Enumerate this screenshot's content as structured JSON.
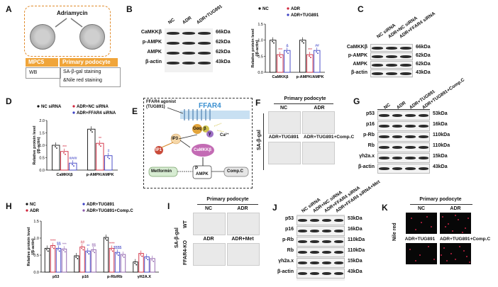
{
  "panels": {
    "A": {
      "label": "A",
      "drug": "Adriamycin",
      "cell1": "MPC5",
      "cell2": "Primary podocyte",
      "assay1": "WB",
      "assay2": "SA-β-gal staining\n&Nile red staining"
    },
    "B": {
      "label": "B",
      "cols": [
        "NC",
        "ADR",
        "ADR+TUG891"
      ],
      "bands": [
        "CaMKKβ",
        "p-AMPK",
        "AMPK",
        "β-actin"
      ],
      "kda": [
        "66kDa",
        "62kDa",
        "62kDa",
        "43kDa"
      ]
    },
    "C": {
      "label": "C",
      "cols": [
        "NC siRNA",
        "ADR+NC siRNA",
        "ADR+FFAR4 siRNA"
      ],
      "bands": [
        "CaMKKβ",
        "p-AMPK",
        "AMPK",
        "β-actin"
      ],
      "kda": [
        "66kDa",
        "62kDa",
        "62kDa",
        "43kDa"
      ]
    },
    "D": {
      "label": "D"
    },
    "E": {
      "label": "E",
      "agonist": "FFAR4 agonist\n(TUG891)",
      "receptor": "FFAR4",
      "gq": "Gαq",
      "beta": "β",
      "gamma": "γ",
      "ip3": "IP3",
      "ip1": "IP1",
      "ca": "Ca²⁺",
      "camkk": "CaMKKβ",
      "metformin": "Metformin",
      "ampk": "AMPK",
      "p": "P",
      "compc": "Comp.C"
    },
    "F": {
      "label": "F",
      "title": "Primary podocyte",
      "nc": "NC",
      "adr": "ADR",
      "side": "SA-β-gal",
      "b1": "ADR+TUG891",
      "b2": "ADR+TUG891+Comp.C"
    },
    "G": {
      "label": "G",
      "cols": [
        "NC",
        "ADR",
        "ADR+TUG891",
        "ADR+TUG891+Comp.C"
      ],
      "bands": [
        "p53",
        "p16",
        "p-Rb",
        "Rb",
        "γh2a.x",
        "β-actin"
      ],
      "kda": [
        "53kDa",
        "16kDa",
        "110kDa",
        "110kDa",
        "15kDa",
        "43kDa"
      ]
    },
    "H": {
      "label": "H"
    },
    "I": {
      "label": "I",
      "title": "Primary podocyte",
      "nc": "NC",
      "adr": "ADR",
      "adrmet": "ADR+Met",
      "side": "SA-β-gal",
      "wt": "WT",
      "ko": "FFAR4-KO"
    },
    "J": {
      "label": "J",
      "cols": [
        "NC siRNA",
        "ADR+NC siRNA",
        "ADR+FFAR4 siRNA",
        "ADR+FFAR4 siRNA+Met"
      ],
      "bands": [
        "p53",
        "p16",
        "p-Rb",
        "Rb",
        "γh2a.x",
        "β-actin"
      ],
      "kda": [
        "53kDa",
        "16kDa",
        "110kDa",
        "110kDa",
        "15kDa",
        "43kDa"
      ]
    },
    "K": {
      "label": "K",
      "title": "Primary podocyte",
      "nc": "NC",
      "adr": "ADR",
      "side": "Nile red",
      "b1": "ADR+TUG891",
      "b2": "ADR+TUG891+Comp.C"
    }
  },
  "chart_data": [
    {
      "id": "B",
      "type": "bar",
      "ylabel": "Relative protein level\n(/β-actin)",
      "ylim": [
        0,
        1.5
      ],
      "yticks": [
        "0.0",
        "0.5",
        "1.0",
        "1.5"
      ],
      "categories": [
        "CaMKKβ",
        "p-AMPK/AMPK"
      ],
      "series": [
        {
          "name": "NC",
          "color": "#111111",
          "values": [
            1.0,
            1.0
          ]
        },
        {
          "name": "ADR",
          "color": "#d0243a",
          "values": [
            0.55,
            0.55
          ]
        },
        {
          "name": "ADR+TUG891",
          "color": "#3a3fc4",
          "values": [
            0.68,
            0.68
          ]
        }
      ],
      "annotations": [
        "***",
        "&",
        "***",
        "##"
      ]
    },
    {
      "id": "D",
      "type": "bar",
      "ylabel": "Relative protein level\n(/β-actin)",
      "ylim": [
        0,
        2.0
      ],
      "yticks": [
        "0.0",
        "0.5",
        "1.0",
        "1.5",
        "2.0"
      ],
      "categories": [
        "CaMKKβ",
        "p-AMPK/AMPK"
      ],
      "series": [
        {
          "name": "NC siRNA",
          "color": "#111111",
          "values": [
            1.0,
            1.65
          ]
        },
        {
          "name": "ADR+NC siRNA",
          "color": "#d0243a",
          "values": [
            0.75,
            1.08
          ]
        },
        {
          "name": "ADR+FFAR4 siRNA",
          "color": "#3a3fc4",
          "values": [
            0.28,
            0.58
          ]
        }
      ],
      "annotations": [
        "***",
        "####",
        "**",
        "#"
      ]
    },
    {
      "id": "H",
      "type": "bar",
      "ylabel": "Relative protein level\n(/β-actin)",
      "ylim": [
        0,
        1.5
      ],
      "yticks": [
        "0.0",
        "0.5",
        "1.0",
        "1.5"
      ],
      "categories": [
        "p53",
        "p16",
        "p-Rb/Rb",
        "γH2A.X"
      ],
      "series": [
        {
          "name": "NC",
          "color": "#111111",
          "values": [
            0.7,
            0.48,
            1.02,
            0.3
          ]
        },
        {
          "name": "ADR",
          "color": "#d0243a",
          "values": [
            0.78,
            0.74,
            0.7,
            0.55
          ]
        },
        {
          "name": "ADR+TUG891",
          "color": "#3a3fc4",
          "values": [
            0.7,
            0.62,
            0.58,
            0.45
          ]
        },
        {
          "name": "ADR+TUG891+Comp.C",
          "color": "#8a5aa8",
          "values": [
            0.68,
            0.66,
            0.52,
            0.4
          ]
        }
      ],
      "annotations": [
        "****",
        "$$",
        "***",
        "##",
        "**",
        "$$",
        "****",
        "$$$$"
      ]
    }
  ]
}
